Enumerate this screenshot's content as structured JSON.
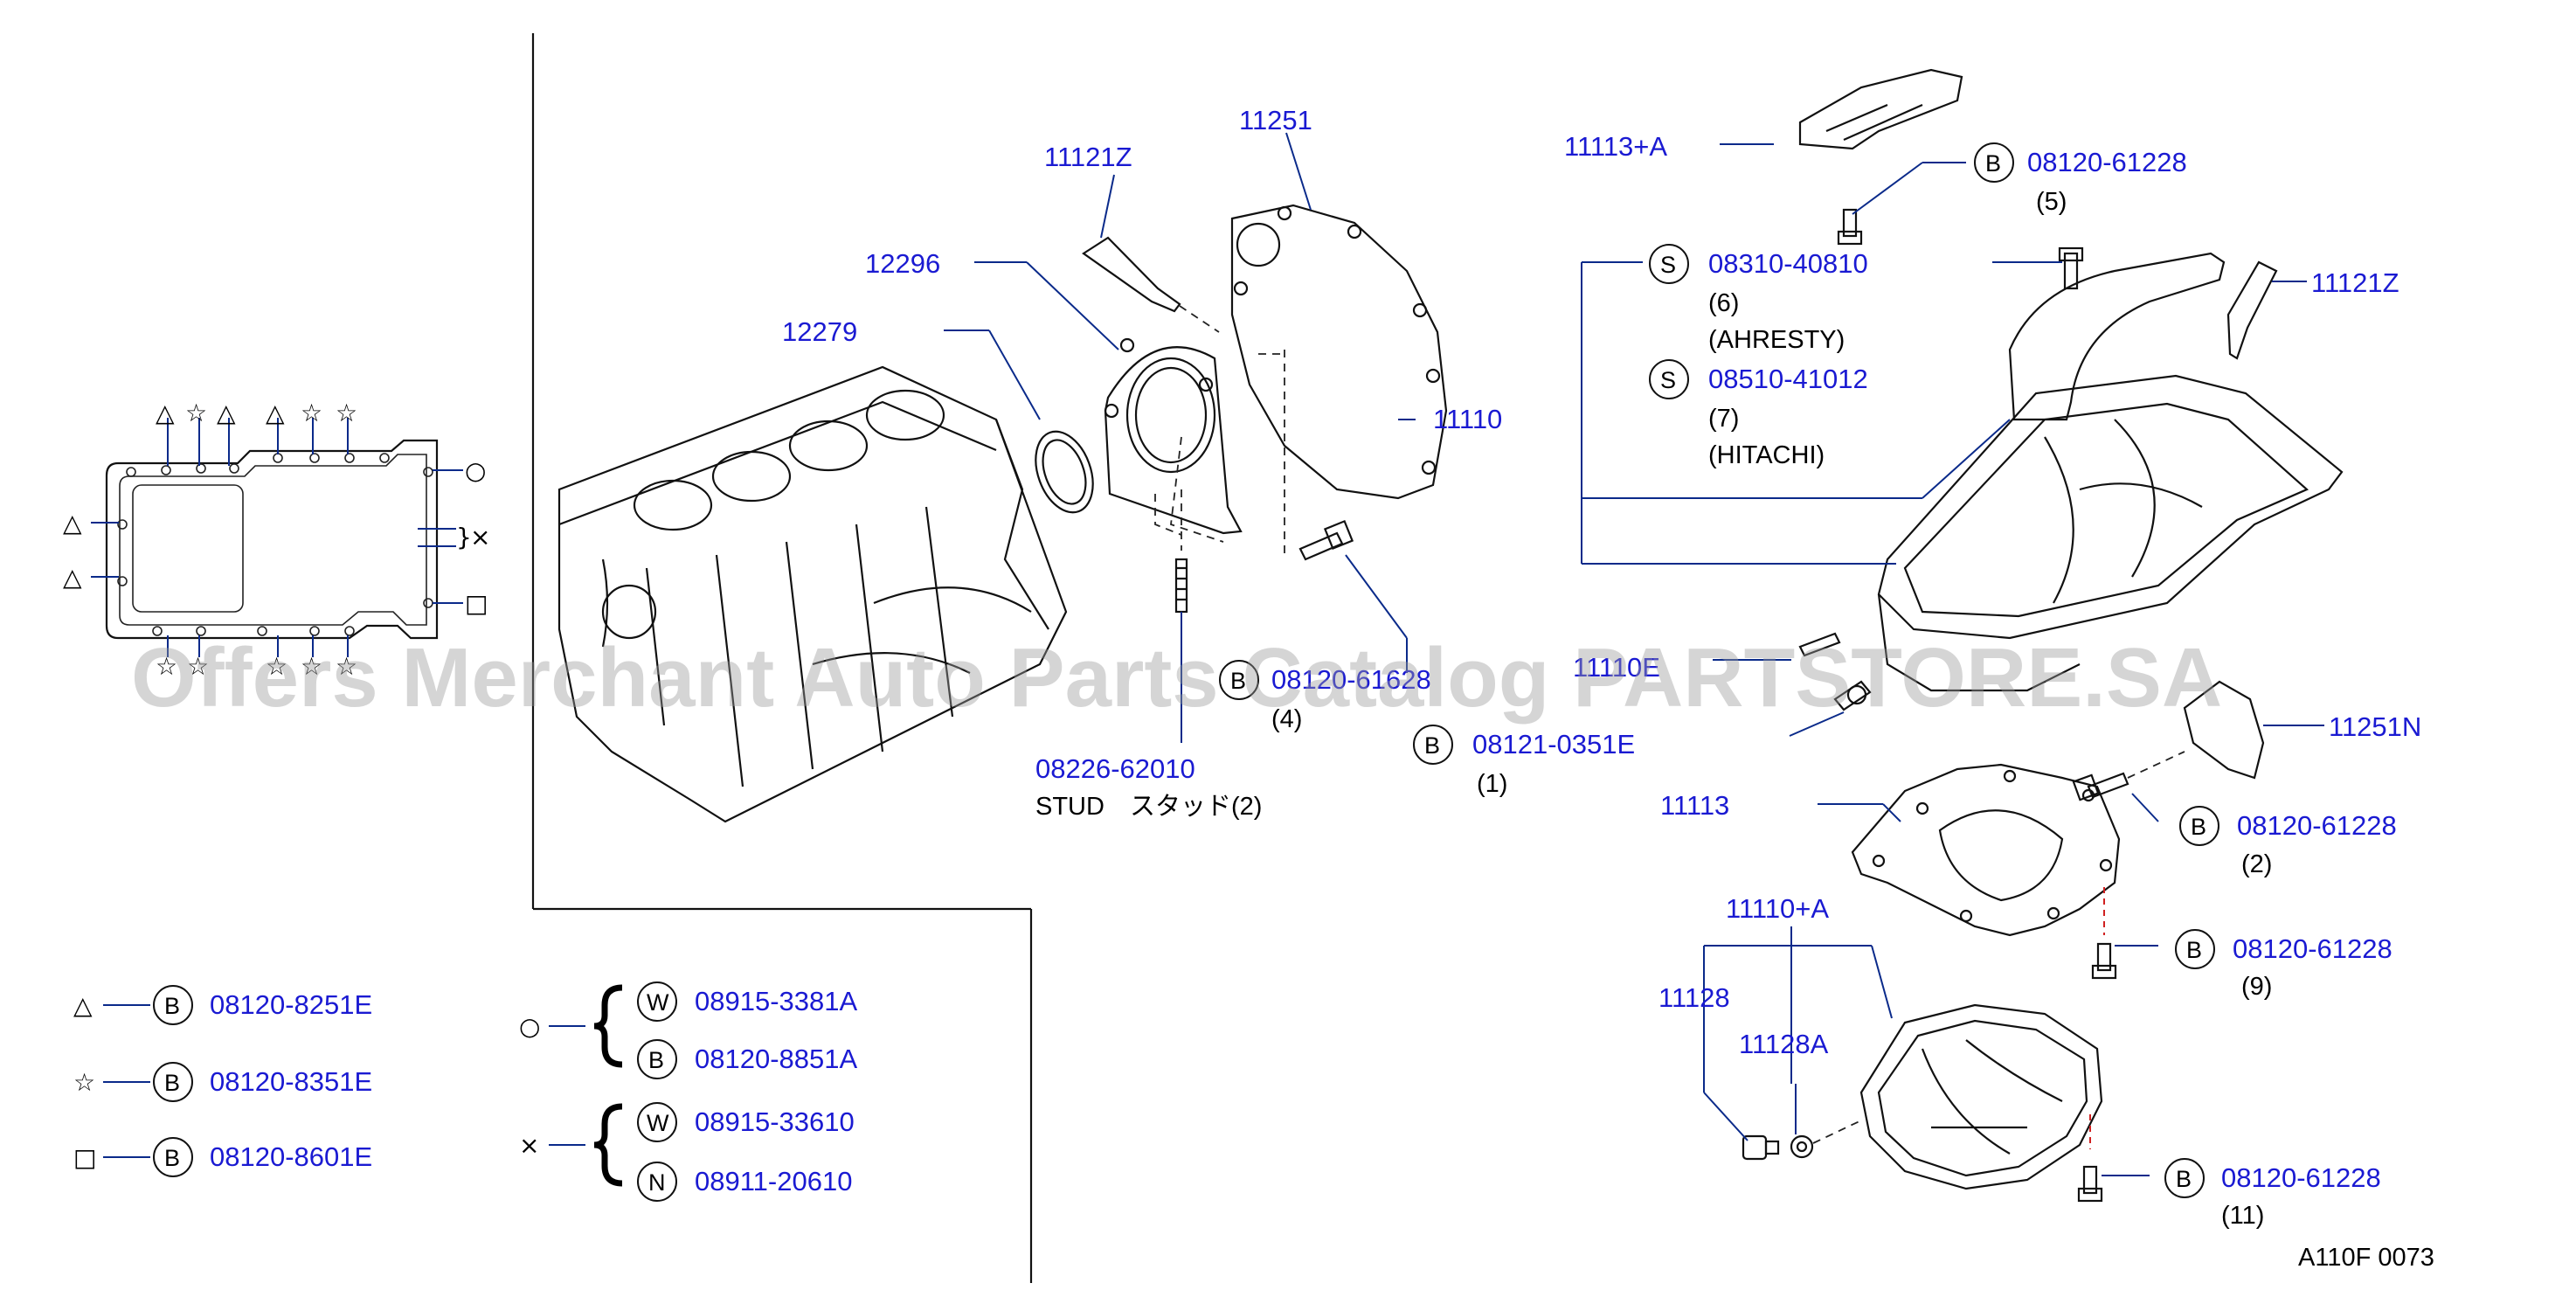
{
  "diagram_code": "A110F  0073",
  "watermark": "Offers Merchant Auto Parts Catalog PARTSTORE.SA",
  "colors": {
    "part_number": "#1a1ad2",
    "leader_line": "#0a2a8a",
    "drawing": "#111111",
    "watermark": "#9a9a9a"
  },
  "symbols": {
    "triangle": "△",
    "star": "☆",
    "square": "□",
    "circle": "○",
    "cross": "×",
    "brace": "}"
  },
  "callouts": [
    {
      "id": "c11121z_left",
      "pn": "11121Z"
    },
    {
      "id": "c11251",
      "pn": "11251"
    },
    {
      "id": "c12296",
      "pn": "12296"
    },
    {
      "id": "c12279",
      "pn": "12279"
    },
    {
      "id": "c11110",
      "pn": "11110"
    },
    {
      "id": "c11113a",
      "pn": "11113+A"
    },
    {
      "id": "c11121z_right",
      "pn": "11121Z"
    },
    {
      "id": "c11110e",
      "pn": "11110E"
    },
    {
      "id": "c11251n",
      "pn": "11251N"
    },
    {
      "id": "c11113",
      "pn": "11113"
    },
    {
      "id": "c11110a",
      "pn": "11110+A"
    },
    {
      "id": "c11128",
      "pn": "11128"
    },
    {
      "id": "c11128a",
      "pn": "11128A"
    },
    {
      "id": "c08226",
      "pn": "08226-62010",
      "note": "STUD　スタッド(2)"
    }
  ],
  "bolts": [
    {
      "id": "b_5",
      "letter": "B",
      "pn": "08120-61228",
      "qty": "(5)"
    },
    {
      "id": "s_6",
      "letter": "S",
      "pn": "08310-40810",
      "qty": "(6)",
      "maker": "(AHRESTY)"
    },
    {
      "id": "s_7",
      "letter": "S",
      "pn": "08510-41012",
      "qty": "(7)",
      "maker": "(HITACHI)"
    },
    {
      "id": "b_4",
      "letter": "B",
      "pn": "08120-61628",
      "qty": "(4)"
    },
    {
      "id": "b_1",
      "letter": "B",
      "pn": "08121-0351E",
      "qty": "(1)"
    },
    {
      "id": "b_2",
      "letter": "B",
      "pn": "08120-61228",
      "qty": "(2)"
    },
    {
      "id": "b_9",
      "letter": "B",
      "pn": "08120-61228",
      "qty": "(9)"
    },
    {
      "id": "b_11",
      "letter": "B",
      "pn": "08120-61228",
      "qty": "(11)"
    }
  ],
  "legend": [
    {
      "id": "lg_tri",
      "symbol": "△",
      "letter": "B",
      "pn": "08120-8251E"
    },
    {
      "id": "lg_star",
      "symbol": "☆",
      "letter": "B",
      "pn": "08120-8351E"
    },
    {
      "id": "lg_sq",
      "symbol": "□",
      "letter": "B",
      "pn": "08120-8601E"
    },
    {
      "id": "lg_circ_w",
      "symbol": "○",
      "letter": "W",
      "pn": "08915-3381A"
    },
    {
      "id": "lg_circ_b",
      "symbol": "",
      "letter": "B",
      "pn": "08120-8851A"
    },
    {
      "id": "lg_x_w",
      "symbol": "×",
      "letter": "W",
      "pn": "08915-33610"
    },
    {
      "id": "lg_x_n",
      "symbol": "",
      "letter": "N",
      "pn": "08911-20610"
    }
  ]
}
